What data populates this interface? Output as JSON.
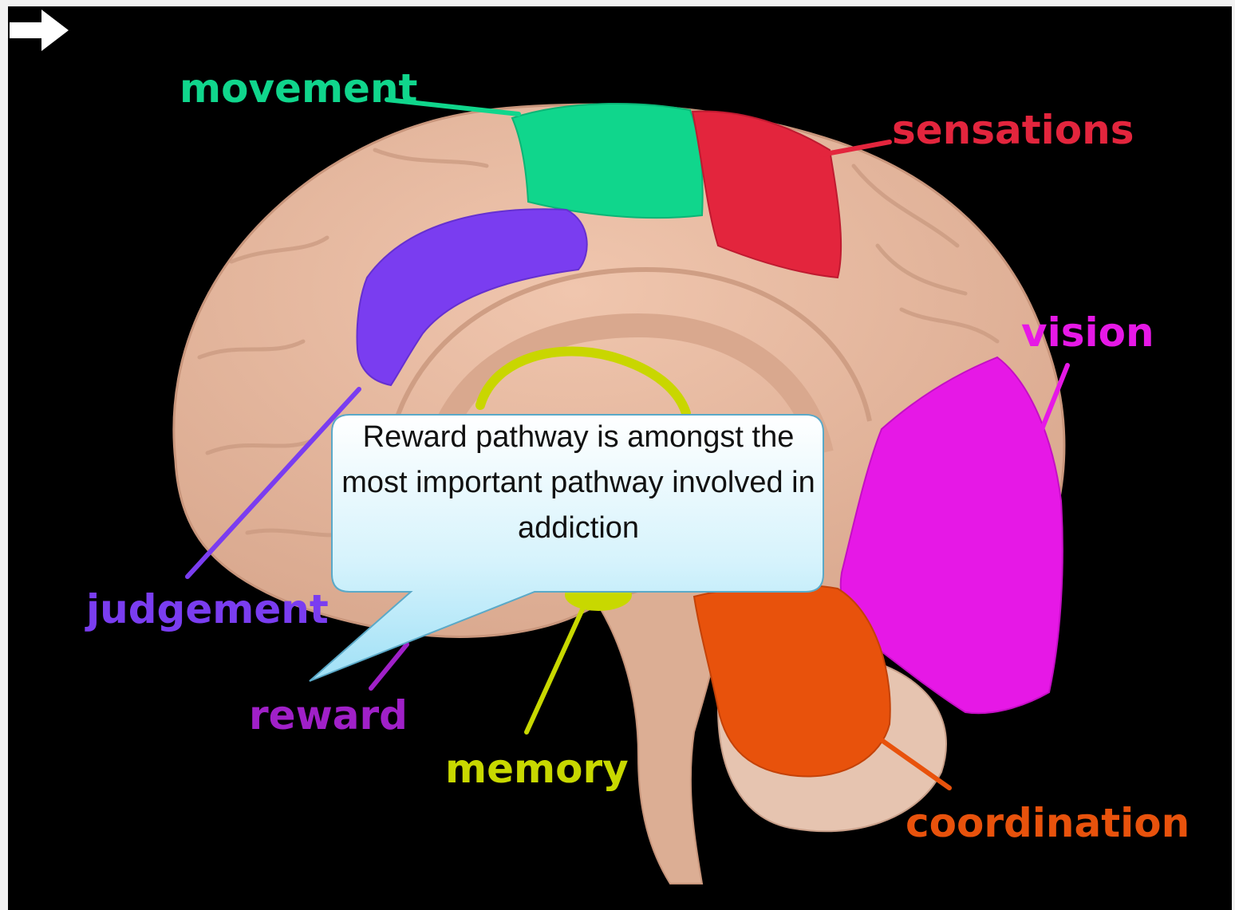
{
  "labels": {
    "movement": "movement",
    "sensations": "sensations",
    "vision": "vision",
    "judgement": "judgement",
    "reward": "reward",
    "memory": "memory",
    "coordination": "coordination"
  },
  "callout": {
    "text": "Reward pathway is amongst the most important pathway involved in addiction"
  },
  "colors": {
    "background": "#000000",
    "brain": "#e8b8a0",
    "movement": "#10d68c",
    "sensations": "#e3253d",
    "vision": "#e618e6",
    "judgement": "#7a3df0",
    "reward": "#a020c8",
    "memory": "#c8d800",
    "coordination": "#e8520c",
    "callout_fill_top": "#ffffff",
    "callout_fill_bottom": "#a8e4f8",
    "callout_border": "#5aa9c8"
  },
  "icons": {
    "pointer": "right-arrow-icon"
  }
}
